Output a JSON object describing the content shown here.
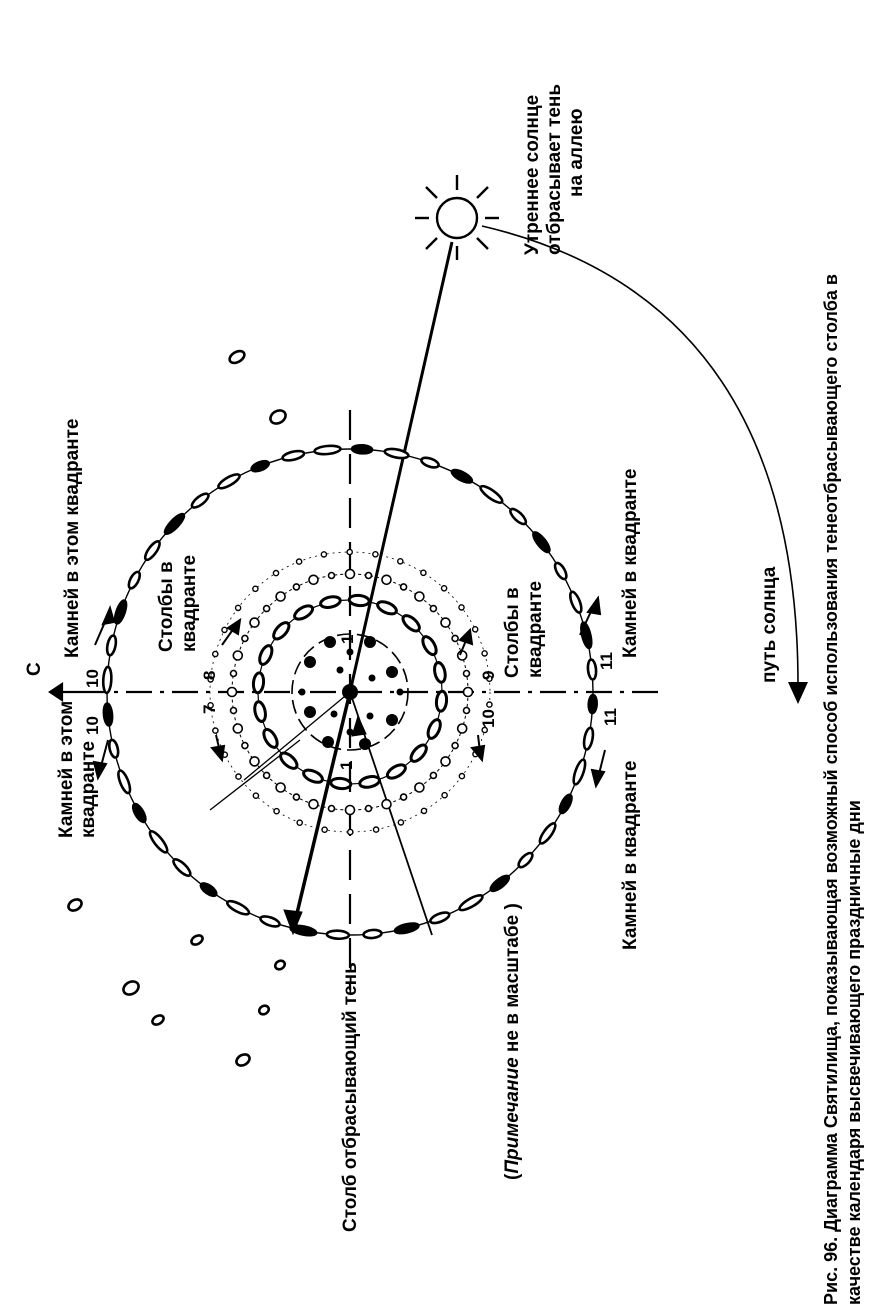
{
  "north_label": "С",
  "sun": {
    "text_line1": "Утреннее солнце",
    "text_line2": "отбрасывает тень",
    "text_line3": "на аллею"
  },
  "sun_path_label": "путь солнца",
  "quadrant_labels": {
    "top_outer": "Камней в этом квадранте",
    "top_inner_line1": "Столбы в",
    "top_inner_line2": "квадранте",
    "bottom_inner_line1": "Столбы в",
    "bottom_inner_line2": "квадранте",
    "bottom_outer_right": "Камней в квадранте",
    "left_outer_line1": "Камней в этом",
    "left_outer_line2": "квадранте",
    "bottom_outer_left": "Камней в квадранте"
  },
  "numbers": {
    "n10a": "10",
    "n10b": "10",
    "n10c": "10",
    "n8": "8",
    "n7": "7",
    "n9": "9",
    "n11a": "11",
    "n11b": "11",
    "n1a": "1",
    "n1b": "1"
  },
  "pole_label": "Столб  отбрасывающий тень",
  "note": {
    "open": "(",
    "italic": "Примечание",
    "rest": "  не в масштабе )"
  },
  "caption": {
    "bold": "Рис. 96.",
    "line1": " Диаграмма Святилища, показывающая возможный способ использования тенеотбрасывающего столба в",
    "line2": "качестве календаря  высвечивающего праздничные дни"
  }
}
